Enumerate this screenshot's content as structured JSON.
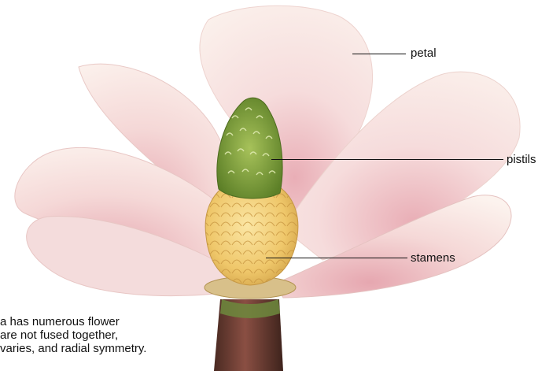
{
  "labels": {
    "petal": "petal",
    "pistils": "pistils",
    "stamens": "stamens"
  },
  "caption": {
    "line1": "a has numerous flower",
    "line2": "are not fused together,",
    "line3": "varies, and radial symmetry."
  }
}
